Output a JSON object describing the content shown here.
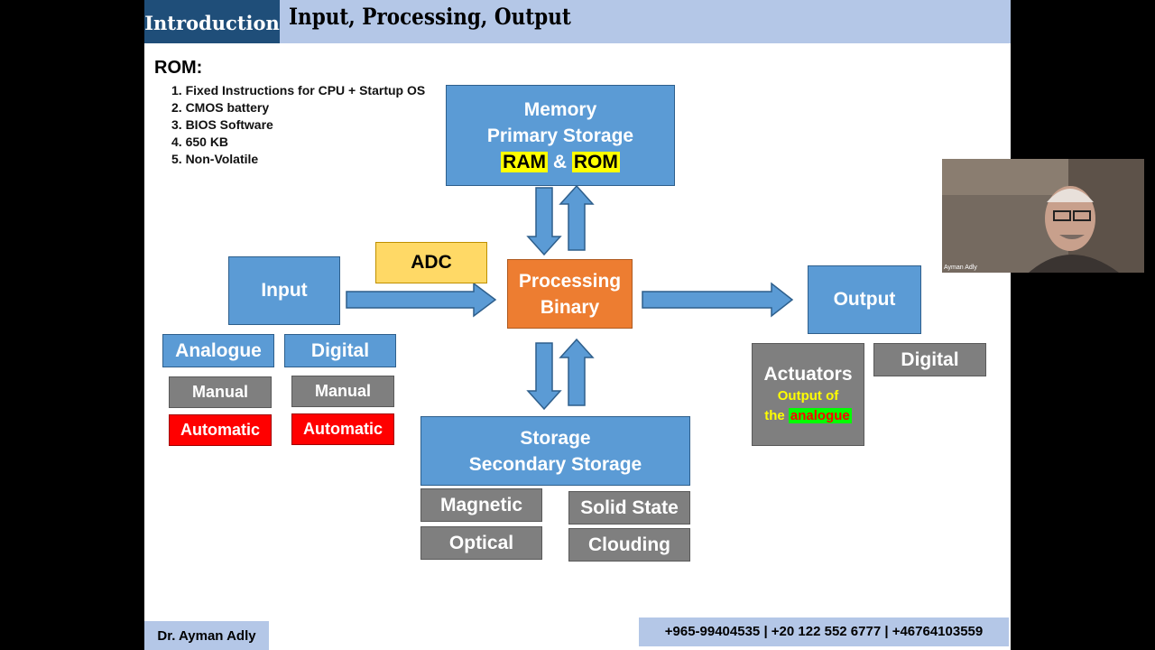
{
  "header": {
    "section": "Introduction",
    "title": "Input, Processing, Output"
  },
  "rom": {
    "title": "ROM:",
    "items": [
      "1.  Fixed Instructions for CPU + Startup OS",
      "2.  CMOS battery",
      "3.  BIOS Software",
      "4.  650 KB",
      "5.  Non-Volatile"
    ]
  },
  "memory": {
    "line1": "Memory",
    "line2": "Primary Storage",
    "ram": "RAM",
    "amp": "&",
    "rom": "ROM"
  },
  "adc": "ADC",
  "input": {
    "label": "Input",
    "analogue": "Analogue",
    "digital": "Digital",
    "manual_a": "Manual",
    "automatic_a": "Automatic",
    "manual_d": "Manual",
    "automatic_d": "Automatic"
  },
  "processing": {
    "line1": "Processing",
    "line2": "Binary"
  },
  "output": {
    "label": "Output",
    "actuators": "Actuators",
    "output_of": "Output of",
    "the": "the",
    "analogue": "analogue",
    "digital": "Digital"
  },
  "storage": {
    "line1": "Storage",
    "line2": "Secondary Storage",
    "magnetic": "Magnetic",
    "optical": "Optical",
    "solid_state": "Solid State",
    "clouding": "Clouding"
  },
  "footer": {
    "author": "Dr. Ayman Adly",
    "phones": "+965-99404535 | +20 122 552 6777 | +46764103559"
  },
  "webcam": {
    "name": "Ayman Adly"
  },
  "colors": {
    "box_blue": "#5b9bd5",
    "box_gray": "#7f7f7f",
    "box_red": "#ff0000",
    "box_orange": "#ed7d31",
    "box_yellow": "#ffd966",
    "header_dark": "#1f4e79",
    "header_light": "#b4c7e7"
  }
}
